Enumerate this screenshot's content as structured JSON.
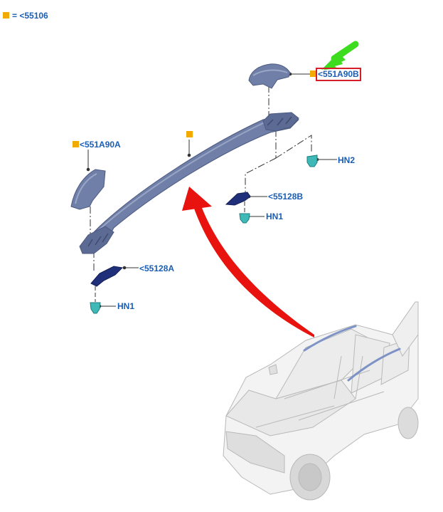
{
  "legend": {
    "text": "= <55106",
    "marker_color": "#f2a900"
  },
  "labels": {
    "end_cap_rear": "<551A90B",
    "end_cap_front": "<551A90A",
    "bracket_rear": "<55128B",
    "bracket_front": "<55128A",
    "clip_rear_upper": "HN2",
    "clip_rear_lower": "HN1",
    "clip_front": "HN1"
  },
  "colors": {
    "label_text": "#1a5db5",
    "part_body": "#6f7fa8",
    "part_body_dark": "#4d5a80",
    "bracket": "#1f2f7a",
    "clip": "#3fb8b8",
    "arrow_red": "#e8130f",
    "arrow_green": "#3ddc1f",
    "highlight": "#d41f2a",
    "leader_line": "#333333"
  },
  "icons": {
    "pointer_green": "green-arrow-icon",
    "pointer_red": "red-curved-arrow-icon"
  }
}
